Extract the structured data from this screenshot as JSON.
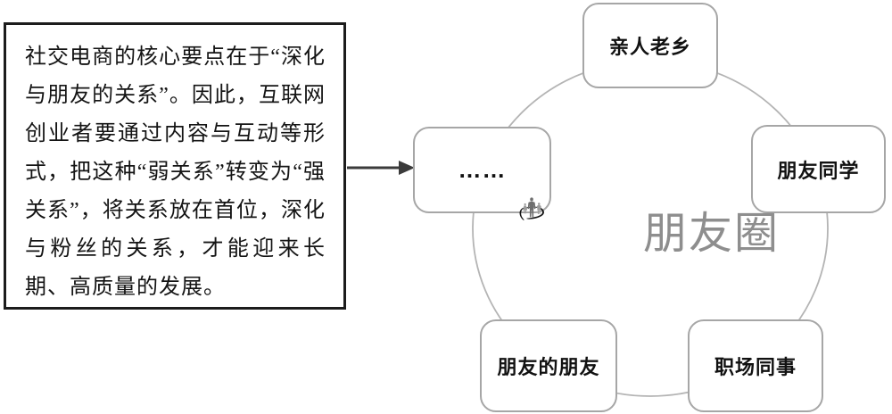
{
  "note_box": {
    "text": "社交电商的核心要点在于“深化与朋友的关系”。因此，互联网创业者要通过内容与互动等形式，把这种“弱关系”转变为“强关系”，将关系放在首位，深化与粉丝的关系，才能迎来长期、高质量的发展。"
  },
  "diagram": {
    "center_logo": {
      "label": "朋友圈",
      "icon": "people-group-with-swoosh"
    },
    "nodes": [
      {
        "id": "top",
        "label": "亲人老乡"
      },
      {
        "id": "right",
        "label": "朋友同学"
      },
      {
        "id": "bottom-right",
        "label": "职场同事"
      },
      {
        "id": "bottom-left",
        "label": "朋友的朋友"
      },
      {
        "id": "left",
        "label": "……"
      }
    ]
  },
  "colors": {
    "note_border": "#1c1c1c",
    "node_border": "#a6a6a6",
    "circle_stroke": "#b4b4b4",
    "brand_text": "#8e8e8e",
    "figure_primary": "#6e6e6e",
    "figure_secondary": "#9b9b9b",
    "swoosh": "#141414",
    "arrow": "#3b3b3b"
  }
}
